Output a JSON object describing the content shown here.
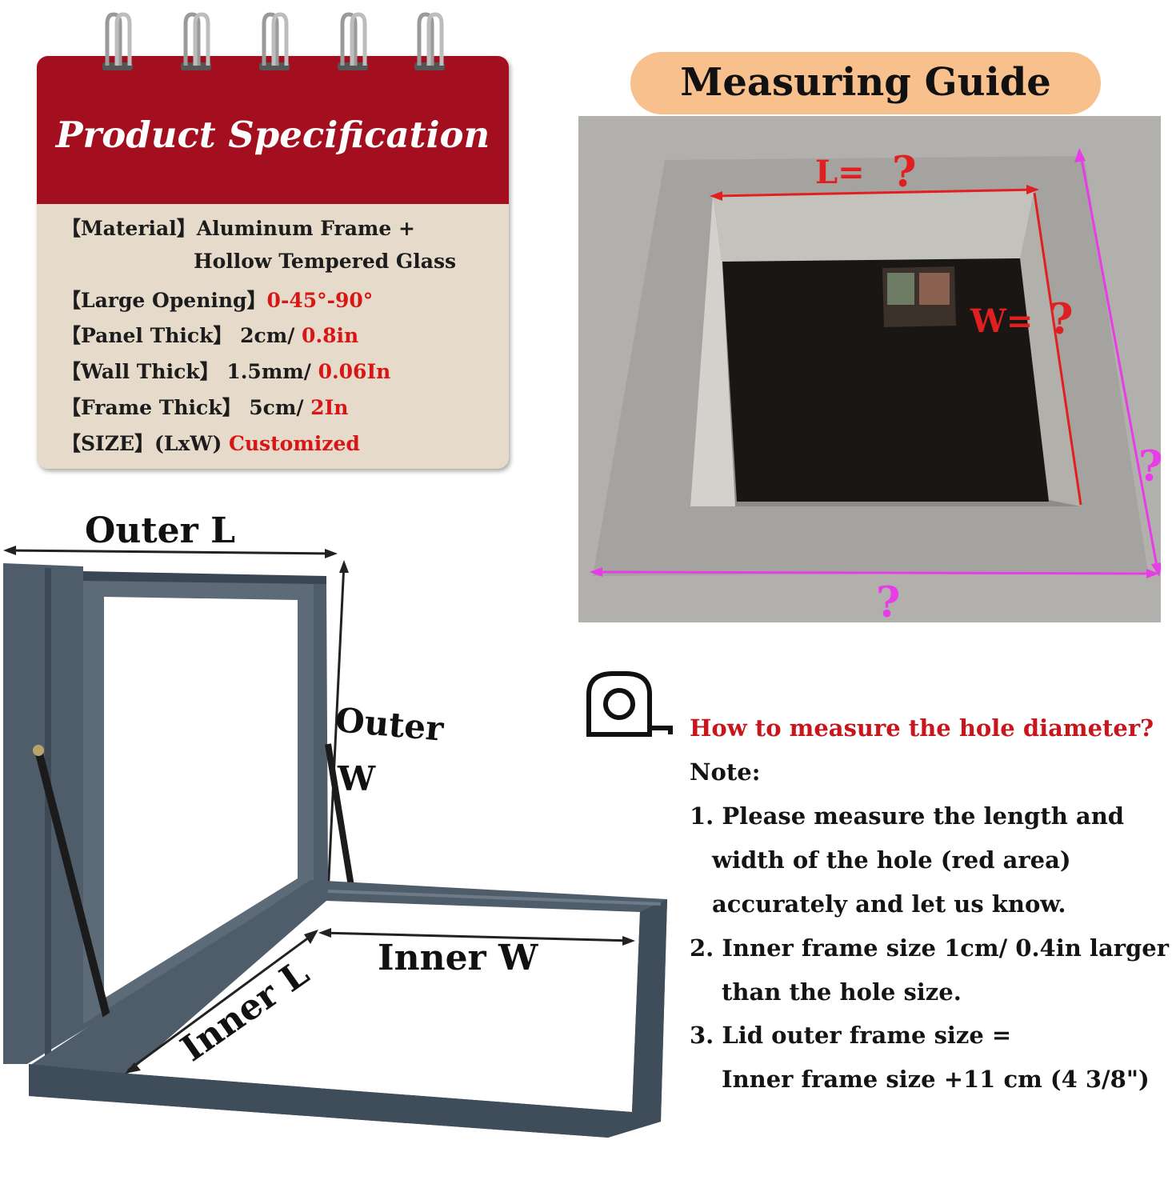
{
  "spec_card": {
    "title": "Product Specification",
    "lines": [
      {
        "label": "【Material】Aluminum Frame +",
        "value": ""
      },
      {
        "label": "Hollow Tempered Glass",
        "value": ""
      },
      {
        "label": "【Large Opening】",
        "value": "0-45°-90°"
      },
      {
        "label": "【Panel Thick】 2cm/ ",
        "value": "0.8in"
      },
      {
        "label": "【Wall Thick】 1.5mm/ ",
        "value": "0.06In"
      },
      {
        "label": "【Frame Thick】 5cm/ ",
        "value": "2In"
      },
      {
        "label": "【SIZE】(LxW) ",
        "value": "Customized"
      }
    ]
  },
  "guide": {
    "title": "Measuring Guide",
    "photo_labels": {
      "length": "L=",
      "width": "W=",
      "question": "?"
    }
  },
  "notes": {
    "question": "How to measure the hole diameter?",
    "note_label": "Note:",
    "lines": [
      "1. Please measure the length and",
      "width of the hole (red area)",
      "accurately and let us know.",
      "2. Inner frame size 1cm/ 0.4in larger",
      "than the hole size.",
      "3. Lid outer frame size =",
      "Inner frame size +11 cm (4 3/8\")"
    ]
  },
  "frame": {
    "outer_l": "Outer L",
    "outer_w_1": "Outer",
    "outer_w_2": "W",
    "inner_w": "Inner W",
    "inner_l": "Inner L"
  },
  "colors": {
    "card_red": "#a30f1f",
    "card_beige": "#e6dacb",
    "guide_pill": "#f7c08d",
    "accent_red": "#d81616",
    "magenta": "#e83ce8",
    "frame_gray": "#4f5d6b"
  }
}
